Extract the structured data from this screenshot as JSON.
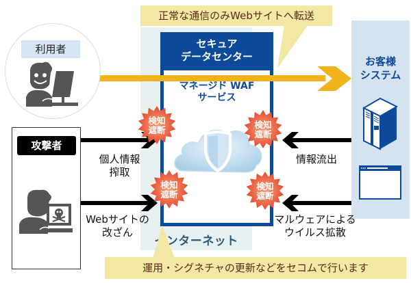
{
  "callouts": {
    "top": "正常な通信のみWebサイトへ転送",
    "bottom": "運用・シグネチャの更新などをセコムで行います"
  },
  "user": {
    "label": "利用者",
    "icon": "user-at-computer-icon"
  },
  "attacker": {
    "label": "攻撃者",
    "icon": "hacker-skull-computer-icon"
  },
  "datacenter": {
    "title_line1": "セキュア",
    "title_line2": "データセンター",
    "service_line1": "マネージド WAF",
    "service_line2": "サービス"
  },
  "internet": {
    "label": "インターネット"
  },
  "customer": {
    "label_line1": "お客様",
    "label_line2": "システム",
    "icons": [
      "server-icon",
      "browser-window-icon"
    ]
  },
  "threats": {
    "info_theft_line1": "個人情報",
    "info_theft_line2": "搾取",
    "web_tamper_line1": "Webサイトの",
    "web_tamper_line2": "改ざん",
    "info_leak": "情報流出",
    "malware_line1": "マルウェアによる",
    "malware_line2": "ウイルス拡散"
  },
  "badges": {
    "line1": "検知",
    "line2": "遮断"
  },
  "colors": {
    "navy": "#0d4a9a",
    "arrow_yellow": "#f1b31c",
    "callout_bg": "#f2e7a4",
    "callout_text": "#5a2a1a",
    "burst_red": "#e2452a",
    "internet_bg": "#e8f1f2",
    "customer_bg": "#d5e3f0"
  }
}
